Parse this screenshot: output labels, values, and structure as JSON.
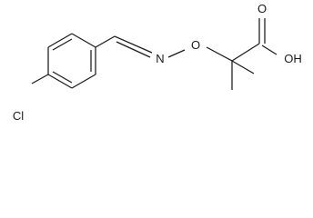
{
  "molecule": {
    "atoms": {
      "chlorine": "Cl",
      "imine_nitrogen": "N",
      "ether_oxygen": "O",
      "carbonyl_oxygen": "O",
      "hydroxyl": "OH"
    }
  }
}
